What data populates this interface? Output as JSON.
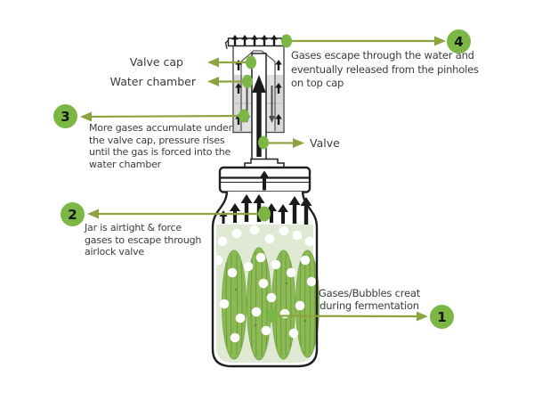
{
  "labels": {
    "valve_cap": "Valve cap",
    "water_chamber": "Water chamber",
    "valve": "Valve"
  },
  "annotations": [
    {
      "number": "1",
      "text": "Gases/Bubbles creat\nduring fermentation"
    },
    {
      "number": "2",
      "text": "Jar is airtight & force\ngases to escape through\nairlock valve"
    },
    {
      "number": "3",
      "text": "More gases accumulate under\nthe valve cap, pressure rises\nuntil the gas is forced into the\nwater chamber"
    },
    {
      "number": "4",
      "text": "Gases escape through the water and\neventually released from the pinholes\non top cap"
    }
  ],
  "colors": {
    "accent_green": "#7cb644",
    "pointer_olive": "#8da33f",
    "cucumber_green": "#8cbb55",
    "cucumber_stripe": "#6f9e3e",
    "brine_green": "#dfe9d4",
    "water_gray": "#d8d8d8",
    "arrow_black": "#1a1a1a",
    "text": "#3b3b3b"
  }
}
